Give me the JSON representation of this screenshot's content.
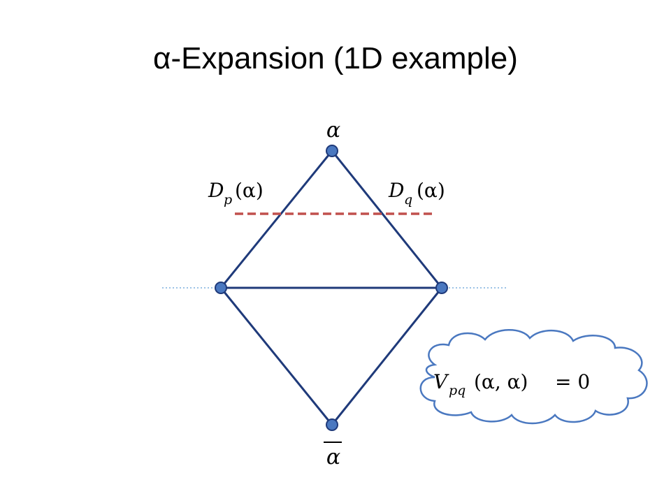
{
  "title": "α-Expansion (1D example)",
  "diagram": {
    "top_node_label": "α",
    "bottom_node_label": "α",
    "bottom_node_label_bar": true,
    "left_cost_label": {
      "base": "D",
      "sub": "p",
      "arg": "(α)"
    },
    "right_cost_label": {
      "base": "D",
      "sub": "q",
      "arg": "(α)"
    },
    "cloud_equation": {
      "base": "V",
      "sub": "pq",
      "arg": "(α, α)",
      "equals": "= 0"
    }
  },
  "colors": {
    "edge": "#1f3a7a",
    "node_fill": "#4a78c0",
    "node_stroke": "#1f3a7a",
    "cut_line": "#c0504d",
    "dotted_line": "#9dc3e6",
    "cloud_stroke": "#4a78c0"
  }
}
